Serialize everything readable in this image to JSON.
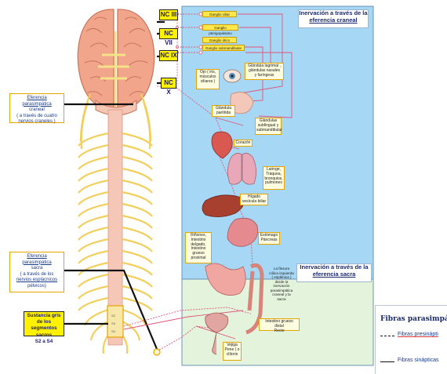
{
  "headers": {
    "cranial": [
      "Inervación  a través de la",
      "eferencia craneal"
    ],
    "sacral": [
      "Inervación  a través de la",
      "eferencia sacra"
    ]
  },
  "cranial_nerves": [
    "NC III",
    "NC VII",
    "NC IX",
    "NC X"
  ],
  "ganglia": [
    "Ganglio ciliar",
    "Ganglio pterigopalatino",
    "Ganglio ótico",
    "Ganglio submandibular"
  ],
  "side_labels": {
    "cranial_efference": [
      "Eferencia parasimpática",
      "craneal",
      "( a través de cuatro",
      "nervios craneles )"
    ],
    "sacral_efference": [
      "Eferencia parasimpática",
      "sacra",
      "( a través de los",
      "nervios esplácnicos",
      "pélvicos)"
    ],
    "gray_matter": [
      "Sustancia  gris de los",
      "segmentos  sacros",
      "S2 a S4"
    ]
  },
  "organ_labels": {
    "eye": [
      "Ojo ( iris,",
      "músculos",
      "ciliares )"
    ],
    "lacrimal": [
      "Glándula lagrimal ,",
      "glándulas nasales",
      "y faríngeas"
    ],
    "parotid": [
      "Glándula",
      "parótida"
    ],
    "sublingual": [
      "Glándulas",
      "sublingual y",
      "submandibular"
    ],
    "heart": [
      "Corazón"
    ],
    "larynx": [
      "Laringe,",
      "Tráquea,",
      "bronquios,",
      "pulmones"
    ],
    "liver": [
      "Hígado",
      "vesícula biliar"
    ],
    "kidneys": [
      "Riñones,",
      "Intestino",
      "delgado,",
      "Intestino",
      "grueso proximal"
    ],
    "stomach": [
      "Estómago",
      "Páncreas"
    ],
    "flexure": [
      "La flexura",
      "cólica izquierda",
      "( esplénica )",
      "divide la",
      "inervación",
      "parasimpática",
      "craneal  y la",
      "sacra"
    ],
    "distal_colon": [
      "Intestino grueso distal",
      "Recto"
    ],
    "bladder": [
      "Vejiga",
      "Pene ( o",
      "clítoris"
    ]
  },
  "spinal_segments": [
    "S2",
    "S3",
    "S4"
  ],
  "legend": {
    "title": "Fibras parasimpática",
    "items": [
      {
        "style": "dashed",
        "label": "Fibras presinápti"
      },
      {
        "style": "solid",
        "label": "Fibras sinápticas"
      }
    ]
  },
  "colors": {
    "nc_box": "#fff100",
    "label_border": "#e7a400",
    "cranial_panel": "#a6d7f4",
    "sacral_panel": "#e4f3dc",
    "fiber_line": "#e0567a",
    "header_text": "#1c2a6e",
    "brain": "#f1a58a",
    "spine": "#f7dc8c"
  }
}
